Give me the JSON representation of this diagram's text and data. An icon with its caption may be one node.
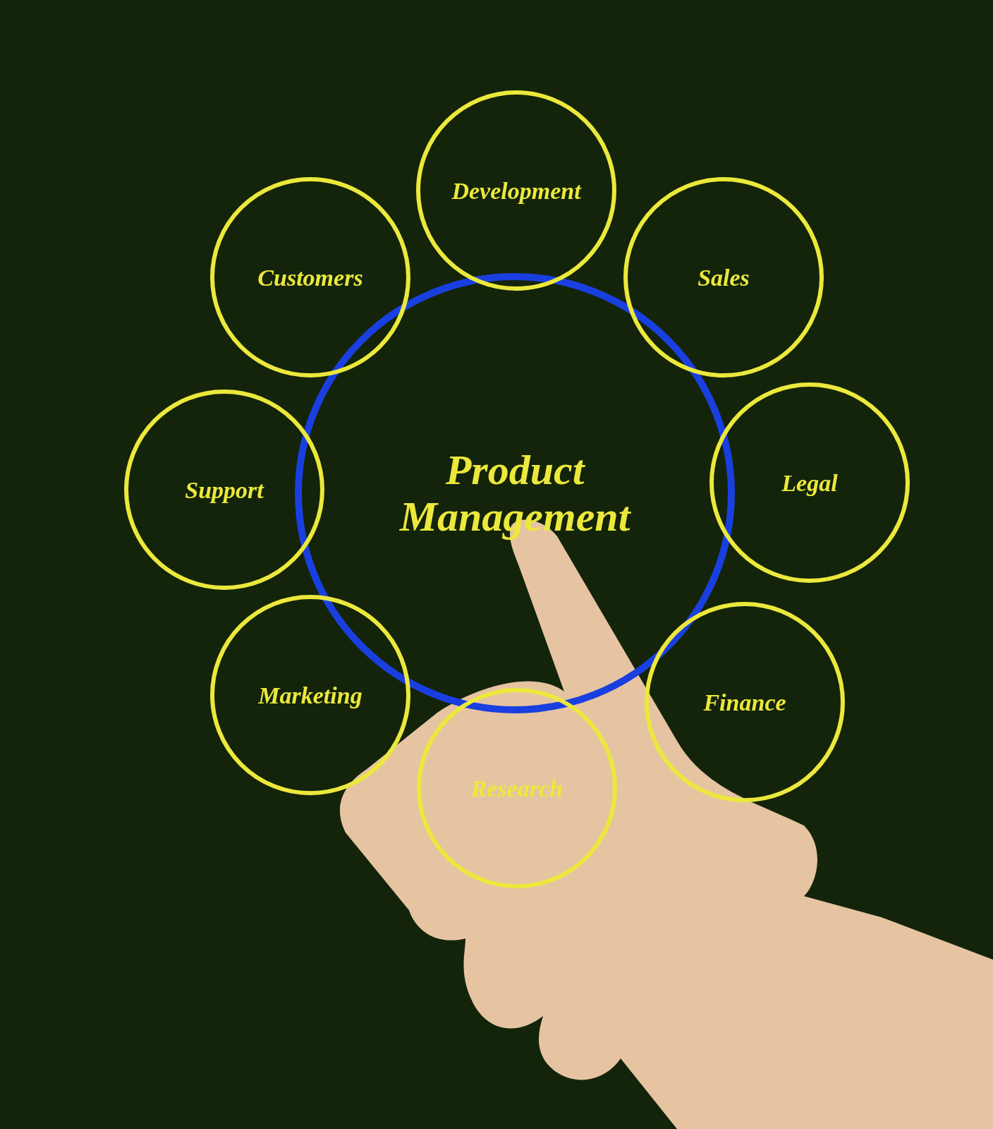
{
  "diagram": {
    "nodes": [
      {
        "text": [
          "Product Management"
        ]
      },
      {
        "text": [
          "Development"
        ]
      },
      {
        "text": [
          "Customers"
        ]
      },
      {
        "text": [
          "Sales"
        ]
      },
      {
        "text": [
          "Support"
        ]
      },
      {
        "text": [
          "Legal"
        ]
      },
      {
        "text": [
          "Marketing"
        ]
      },
      {
        "text": [
          "Finance"
        ]
      },
      {
        "text": [
          "Research"
        ]
      }
    ]
  }
}
